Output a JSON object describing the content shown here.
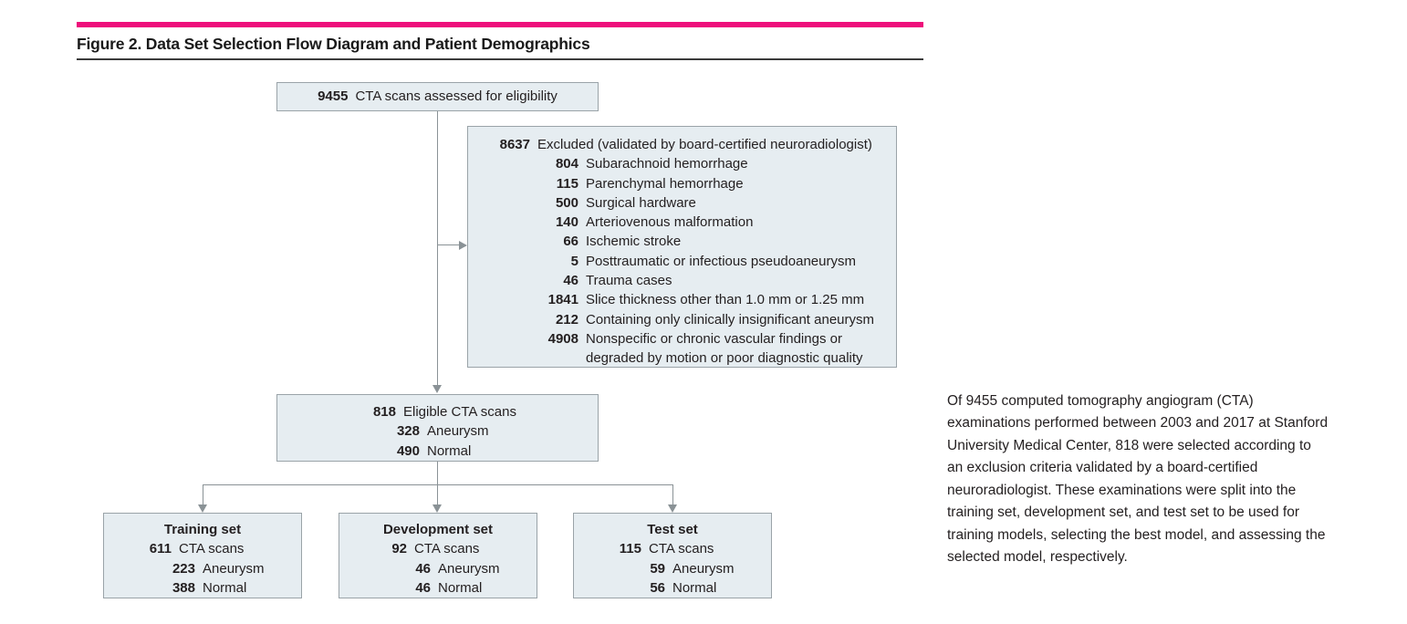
{
  "figure": {
    "title": "Figure 2. Data Set Selection Flow Diagram and Patient Demographics",
    "accent_color": "#ee0f7b",
    "box_fill": "#e6edf1",
    "box_border": "#9aa3a8",
    "connector_color": "#8a9296"
  },
  "assessed": {
    "count": "9455",
    "label": "CTA scans assessed for eligibility"
  },
  "excluded": {
    "count": "8637",
    "label": "Excluded (validated by board-certified neuroradiologist)",
    "reasons": [
      {
        "count": "804",
        "label": "Subarachnoid hemorrhage"
      },
      {
        "count": "115",
        "label": "Parenchymal hemorrhage"
      },
      {
        "count": "500",
        "label": "Surgical hardware"
      },
      {
        "count": "140",
        "label": "Arteriovenous malformation"
      },
      {
        "count": "66",
        "label": "Ischemic stroke"
      },
      {
        "count": "5",
        "label": "Posttraumatic or infectious pseudoaneurysm"
      },
      {
        "count": "46",
        "label": "Trauma cases"
      },
      {
        "count": "1841",
        "label": "Slice thickness other than 1.0 mm or 1.25 mm"
      },
      {
        "count": "212",
        "label": "Containing only clinically insignificant aneurysm"
      }
    ],
    "last_reason": {
      "count": "4908",
      "line1": "Nonspecific or chronic vascular findings or",
      "line2": "degraded by motion or poor diagnostic quality"
    }
  },
  "eligible": {
    "count": "818",
    "label": "Eligible CTA scans",
    "aneurysm_count": "328",
    "aneurysm_label": "Aneurysm",
    "normal_count": "490",
    "normal_label": "Normal"
  },
  "sets": [
    {
      "title": "Training set",
      "scans_count": "611",
      "scans_label": "CTA scans",
      "aneurysm_count": "223",
      "aneurysm_label": "Aneurysm",
      "normal_count": "388",
      "normal_label": "Normal"
    },
    {
      "title": "Development set",
      "scans_count": "92",
      "scans_label": "CTA scans",
      "aneurysm_count": "46",
      "aneurysm_label": "Aneurysm",
      "normal_count": "46",
      "normal_label": "Normal"
    },
    {
      "title": "Test set",
      "scans_count": "115",
      "scans_label": "CTA scans",
      "aneurysm_count": "59",
      "aneurysm_label": "Aneurysm",
      "normal_count": "56",
      "normal_label": "Normal"
    }
  ],
  "caption": {
    "text": "Of 9455 computed tomography angiogram (CTA) examinations performed between 2003 and 2017 at Stanford University Medical Center, 818 were selected according to an exclusion criteria validated by a board-certified neuroradiologist. These examinations were split into the training set, development set, and test set to be used for training models, selecting the best model, and assessing the selected model, respectively."
  }
}
